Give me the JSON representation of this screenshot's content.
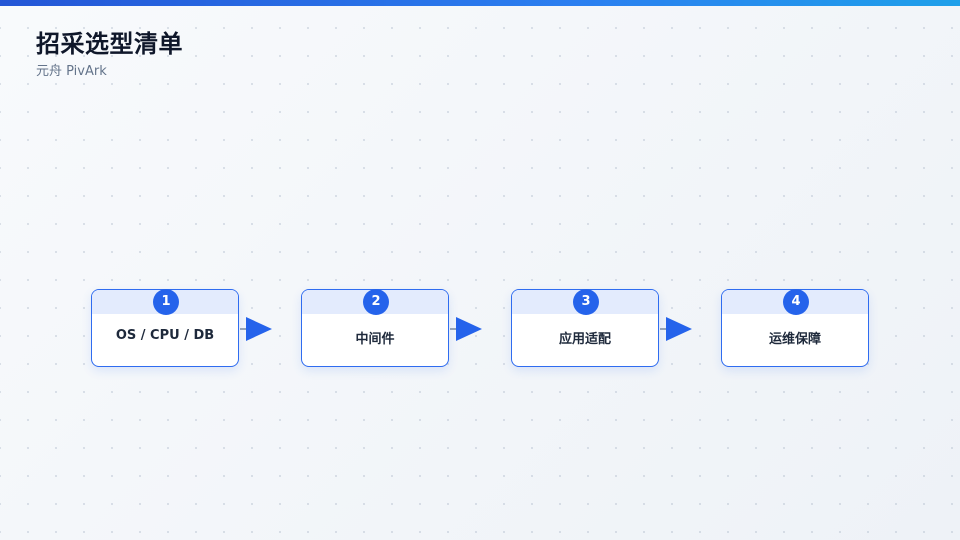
{
  "header": {
    "title": "招采选型清单",
    "subtitle": "元舟 PivArk"
  },
  "flow": {
    "steps": [
      {
        "number": "1",
        "label": "OS / CPU / DB"
      },
      {
        "number": "2",
        "label": "中间件"
      },
      {
        "number": "3",
        "label": "应用适配"
      },
      {
        "number": "4",
        "label": "运维保障"
      }
    ]
  },
  "colors": {
    "accent": "#2563eb",
    "band": "#e3ebfd",
    "title": "#0f172a",
    "subtitle": "#64748b"
  }
}
